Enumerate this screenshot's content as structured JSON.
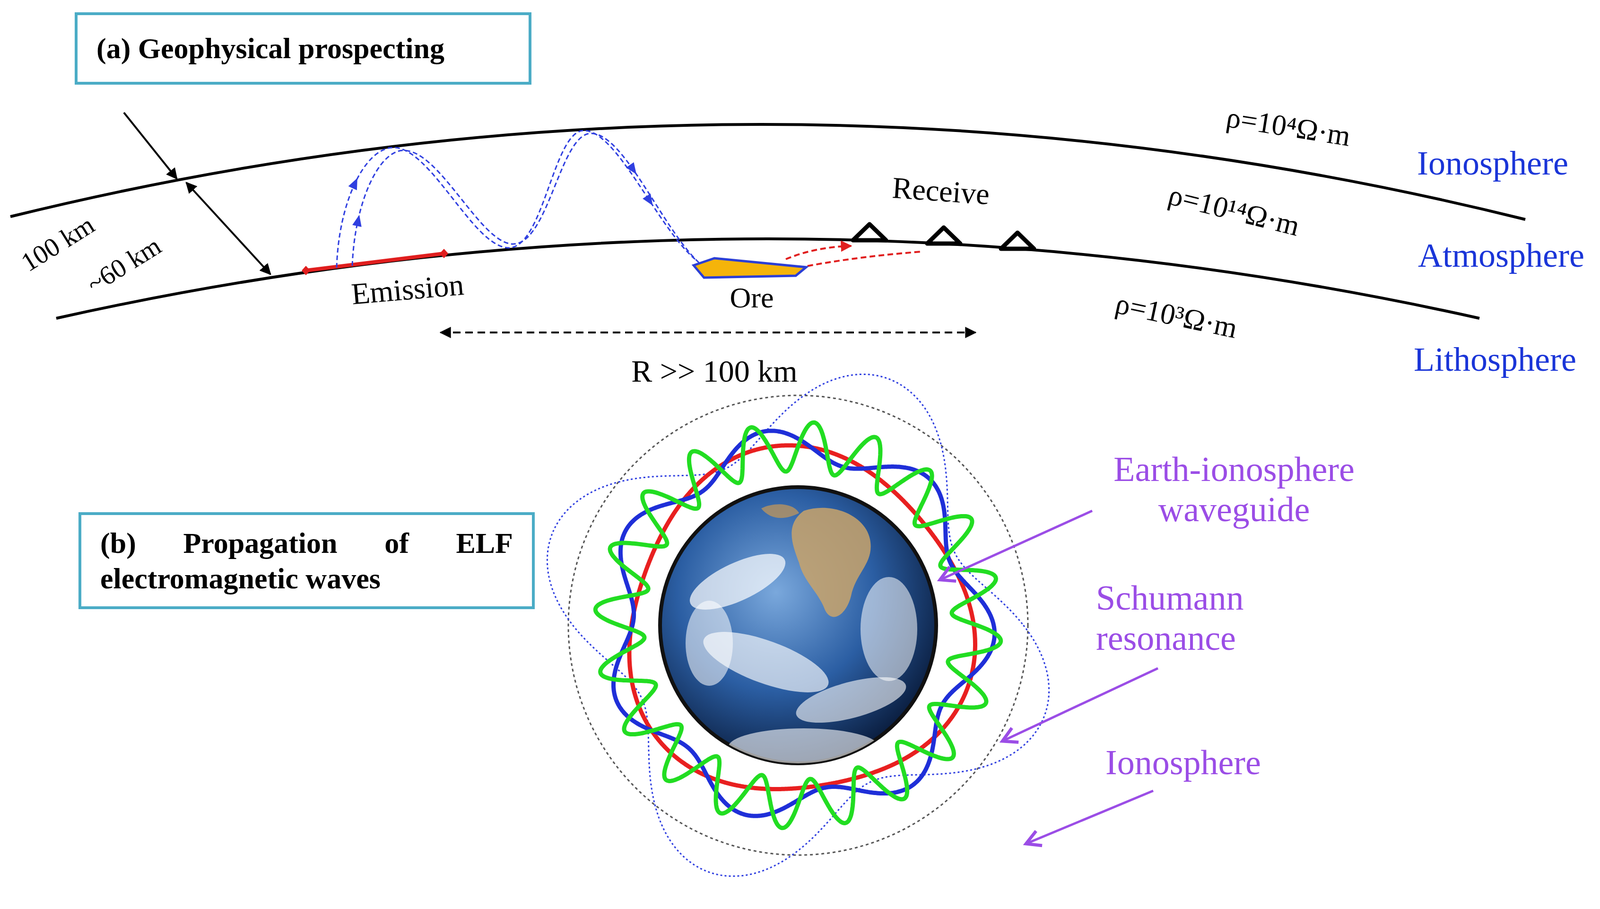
{
  "diagram": {
    "nodes": [
      {
        "text": [
          "(a) Geophysical prospecting"
        ]
      },
      {
        "text": [
          "Ore"
        ]
      },
      {
        "text": [
          "(b) Propagation of ELF electromagnetic waves"
        ]
      }
    ],
    "labels": [
      "100 km",
      "~60 km",
      "ρ=10⁴Ω·m",
      "Ionosphere",
      "Receive",
      "ρ=10¹⁴Ω·m",
      "Atmosphere",
      "Emission",
      "ρ=10³Ω·m",
      "Lithosphere",
      "R >> 100 km",
      "Earth-ionosphere waveguide",
      "Schumann resonance",
      "Ionosphere"
    ]
  }
}
